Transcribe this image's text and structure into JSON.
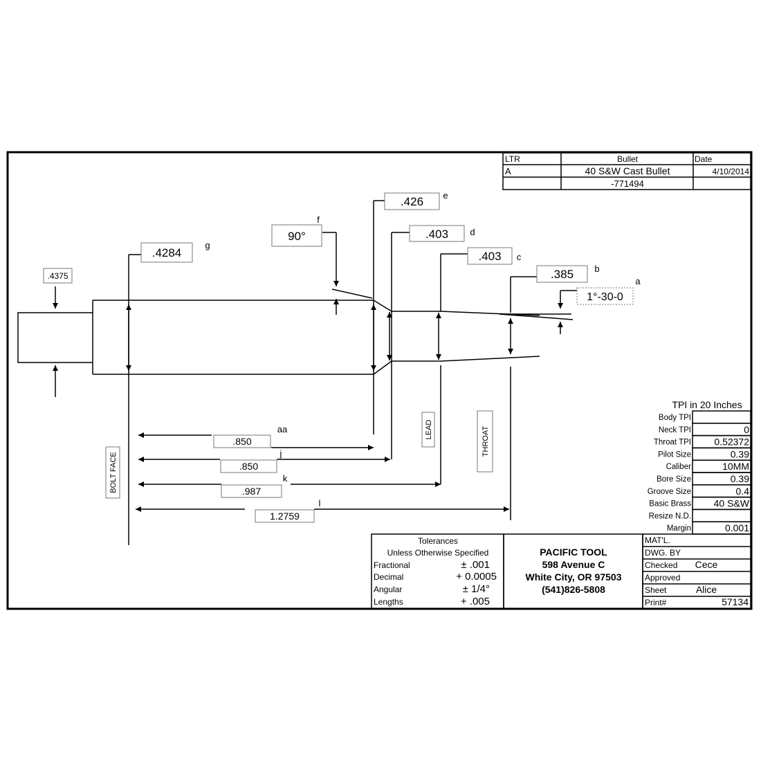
{
  "title_block_top": {
    "ltr_header": "LTR",
    "bullet_header": "Bullet",
    "date_header": "Date",
    "ltr_value": "A",
    "bullet_name": "40 S&W Cast Bullet",
    "date_value": "4/10/2014",
    "part_number": "-771494"
  },
  "dimensions": {
    "a": {
      "letter": "a",
      "value": "1°-30-0"
    },
    "b": {
      "letter": "b",
      "value": ".385"
    },
    "c": {
      "letter": "c",
      "value": ".403"
    },
    "d": {
      "letter": "d",
      "value": ".403"
    },
    "e": {
      "letter": "e",
      "value": ".426"
    },
    "f": {
      "letter": "f",
      "value": "90°"
    },
    "g": {
      "letter": "g",
      "value": ".4284"
    },
    "case_dia": {
      "value": ".4375"
    },
    "aa": {
      "letter": "aa",
      "value": ".850"
    },
    "j": {
      "letter": "j",
      "value": ".850"
    },
    "k": {
      "letter": "k",
      "value": ".987"
    },
    "l": {
      "letter": "l",
      "value": "1.2759"
    }
  },
  "vertical_labels": {
    "bolt_face": "BOLT FACE",
    "lead": "LEAD",
    "throat": "THROAT"
  },
  "specs": {
    "heading": "TPI in 20 Inches",
    "rows": [
      {
        "label": "Body TPI",
        "value": ""
      },
      {
        "label": "Neck TPI",
        "value": "0"
      },
      {
        "label": "Throat TPI",
        "value": "0.52372"
      },
      {
        "label": "Pilot Size",
        "value": "0.39"
      },
      {
        "label": "Caliber",
        "value": "10MM"
      },
      {
        "label": "Bore Size",
        "value": "0.39"
      },
      {
        "label": "Groove Size",
        "value": "0.4"
      },
      {
        "label": "Basic Brass",
        "value": "40 S&W"
      },
      {
        "label": "Resize N.D.",
        "value": ""
      },
      {
        "label": "Margin",
        "value": "0.001"
      }
    ]
  },
  "tolerances": {
    "title": "Tolerances",
    "subtitle": "Unless Otherwise Specified",
    "rows": [
      {
        "label": "Fractional",
        "value": "± .001"
      },
      {
        "label": "Decimal",
        "value": "+ 0.0005"
      },
      {
        "label": "Angular",
        "value": "± 1/4°"
      },
      {
        "label": "Lengths",
        "value": "+ .005"
      }
    ]
  },
  "company": {
    "name": "PACIFIC TOOL",
    "address": "598 Avenue C",
    "city": "White City, OR 97503",
    "phone": "(541)826-5808"
  },
  "signoff": {
    "matl_label": "MAT'L.",
    "matl_value": "",
    "dwg_by_label": "DWG. BY",
    "dwg_by_value": "",
    "checked_label": "Checked",
    "checked_value": "Cece",
    "approved_label": "Approved",
    "approved_value": "",
    "sheet_label": "Sheet",
    "sheet_value": "Alice",
    "print_label": "Print#",
    "print_value": "57134"
  }
}
